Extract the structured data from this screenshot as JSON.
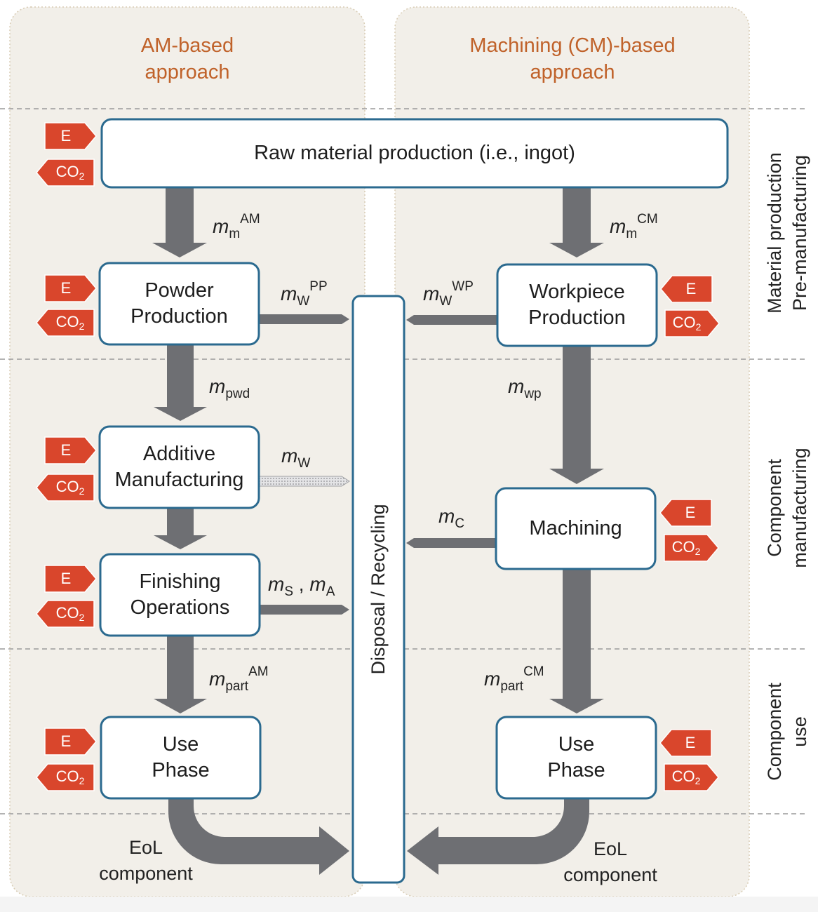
{
  "columns": {
    "am_title": "AM-based\napproach",
    "cm_title": "Machining (CM)-based\napproach"
  },
  "boxes": {
    "raw": "Raw material production (i.e., ingot)",
    "powder": "Powder\nProduction",
    "additive": "Additive\nManufacturing",
    "finishing": "Finishing\nOperations",
    "use_am": "Use\nPhase",
    "workpiece": "Workpiece\nProduction",
    "machining": "Machining",
    "use_cm": "Use\nPhase",
    "disposal": "Disposal / Recycling"
  },
  "eol": {
    "am": "EoL\ncomponent",
    "cm": "EoL\ncomponent"
  },
  "phases": {
    "material": "Material production\nPre-manufacturing",
    "component_mfg": "Component\nmanufacturing",
    "component_use": "Component\nuse"
  },
  "mass_flows": {
    "m_m_am": {
      "base": "m",
      "sub": "m",
      "sup": "AM"
    },
    "m_m_cm": {
      "base": "m",
      "sub": "m",
      "sup": "CM"
    },
    "m_w_pp": {
      "base": "m",
      "sub": "W",
      "sup": "PP"
    },
    "m_w_wp": {
      "base": "m",
      "sub": "W",
      "sup": "WP"
    },
    "m_pwd": {
      "base": "m",
      "sub": "pwd",
      "sup": ""
    },
    "m_wp": {
      "base": "m",
      "sub": "wp",
      "sup": ""
    },
    "m_w": {
      "base": "m",
      "sub": "W",
      "sup": ""
    },
    "m_c": {
      "base": "m",
      "sub": "C",
      "sup": ""
    },
    "m_s_a": {
      "base": "m",
      "sub": "S",
      "sup": "",
      "sep": " , ",
      "base2": "m",
      "sub2": "A"
    },
    "m_part_am": {
      "base": "m",
      "sub": "part",
      "sup": "AM"
    },
    "m_part_cm": {
      "base": "m",
      "sub": "part",
      "sup": "CM"
    }
  },
  "tags": {
    "energy": "E",
    "co2_base": "CO",
    "co2_sub": "2"
  },
  "colors": {
    "box_border": "#2b6a8f",
    "arrow": "#6e6f73",
    "tag": "#d9462c",
    "title": "#c0622a",
    "panel_fill": "#f2efe9",
    "panel_border": "#d8ccb4"
  }
}
